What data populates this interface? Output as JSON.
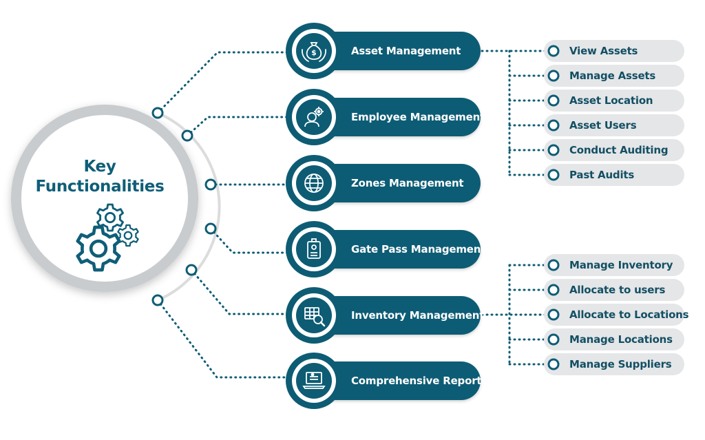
{
  "hub": {
    "title_line1": "Key",
    "title_line2": "Functionalities",
    "icon": "gears-icon"
  },
  "colors": {
    "primary": "#0d5c74",
    "hub_ring": "#c9ccce",
    "sub_pill": "#e5e6e8",
    "connector": "#0d5c74",
    "sub_text": "#134f63"
  },
  "modules": [
    {
      "label": "Asset Management",
      "icon": "dollar-bag-icon"
    },
    {
      "label": "Employee Management",
      "icon": "employee-gear-icon"
    },
    {
      "label": "Zones Management",
      "icon": "globe-icon"
    },
    {
      "label": "Gate Pass Management",
      "icon": "id-badge-icon"
    },
    {
      "label": "Inventory Management",
      "icon": "inventory-search-icon"
    },
    {
      "label": "Comprehensive Reports",
      "icon": "report-laptop-icon"
    }
  ],
  "asset_features": [
    "View Assets",
    "Manage Assets",
    "Asset Location",
    "Asset Users",
    "Conduct Auditing",
    "Past Audits"
  ],
  "inventory_features": [
    "Manage Inventory",
    "Allocate to users",
    "Allocate to Locations",
    "Manage Locations",
    "Manage Suppliers"
  ]
}
